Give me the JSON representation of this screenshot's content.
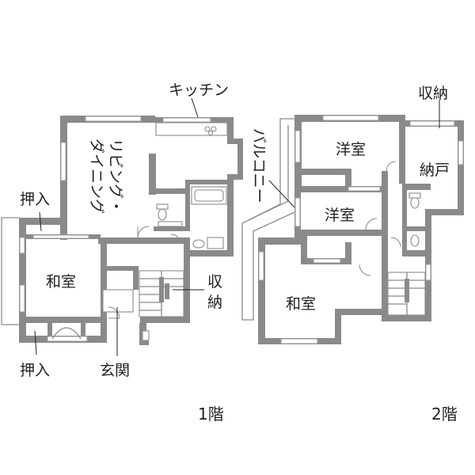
{
  "floor1": {
    "title": "1階",
    "rooms": {
      "kitchen": "キッチン",
      "living_line1": "リビング・",
      "living_line2": "ダイニング",
      "washitsu": "和室",
      "oshiire_top": "押入",
      "oshiire_bottom": "押入",
      "shuno_line1": "収",
      "shuno_line2": "納",
      "genkan": "玄関"
    }
  },
  "floor2": {
    "title": "2階",
    "rooms": {
      "shuno": "収納",
      "youshitsu_top": "洋室",
      "nando": "納戸",
      "balcony": "バルコニー",
      "youshitsu_mid": "洋室",
      "washitsu": "和室"
    }
  },
  "colors": {
    "wall": "#8a8a8a",
    "text": "#222222",
    "background": "#ffffff"
  }
}
